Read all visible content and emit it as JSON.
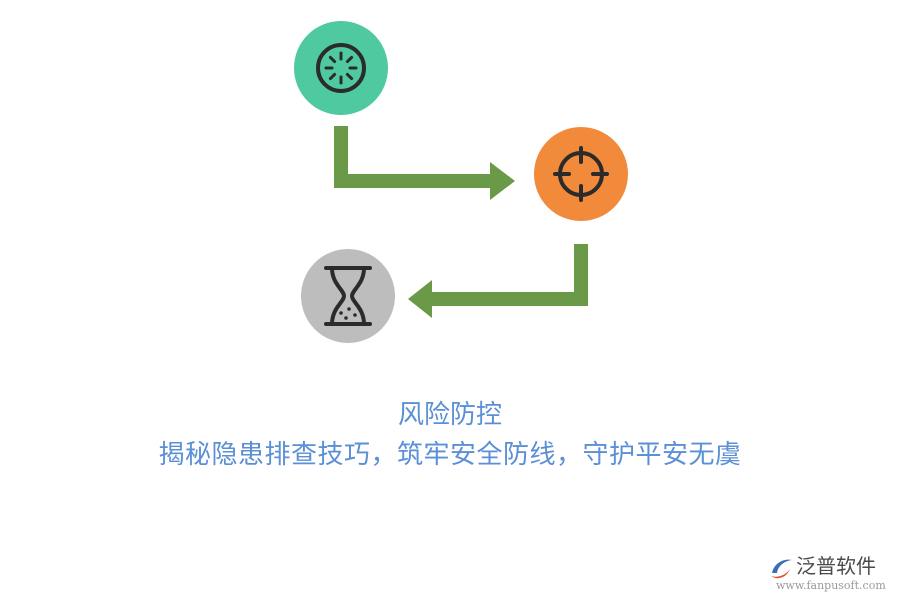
{
  "caption": {
    "title": "风险防控",
    "subtitle": "揭秘隐患排查技巧，筑牢安全防线，守护平安无虞"
  },
  "nodes": [
    {
      "id": "start",
      "icon": "gear-circle-icon",
      "color": "#4ec9a0"
    },
    {
      "id": "target",
      "icon": "crosshair-icon",
      "color": "#f28a3c"
    },
    {
      "id": "timer",
      "icon": "hourglass-icon",
      "color": "#bdbdbd"
    }
  ],
  "arrow_color": "#6a9a48",
  "logo": {
    "name": "泛普软件",
    "url": "www.fanpusoft.com"
  }
}
